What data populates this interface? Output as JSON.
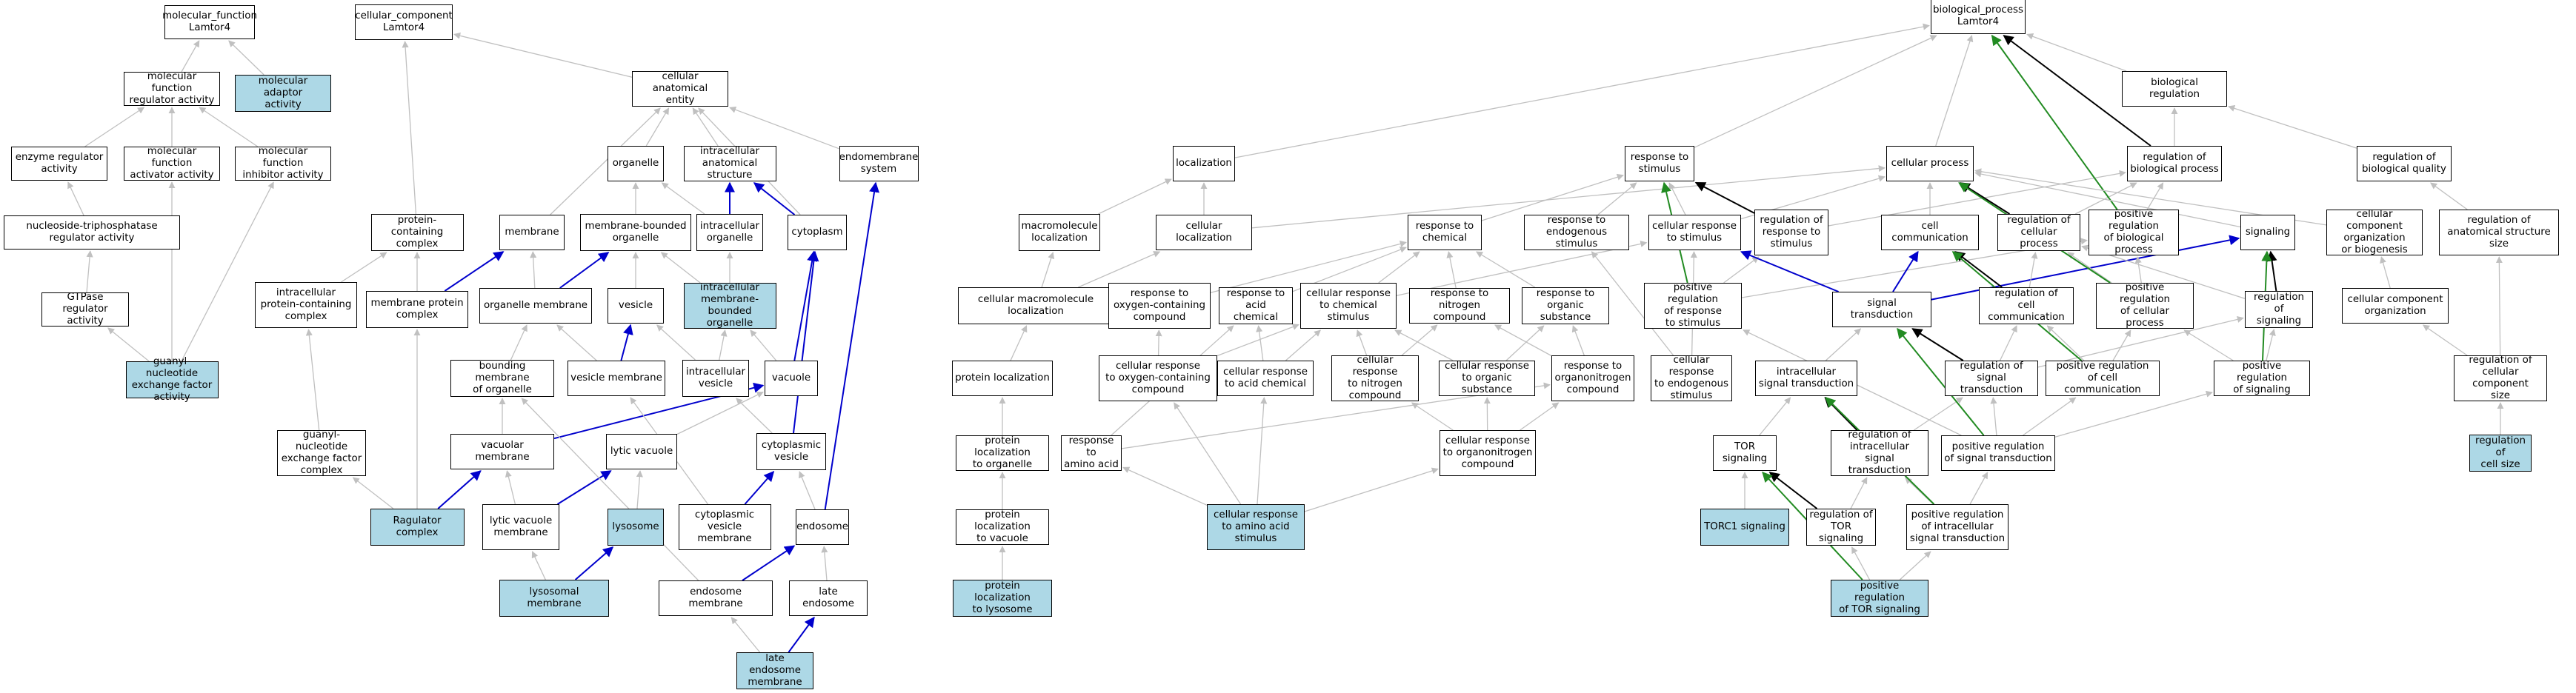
{
  "colors": {
    "gray": "#c0c0c0",
    "blue": "#0000cc",
    "black": "#000000",
    "green": "#228b22",
    "highlight": "#add8e6"
  },
  "nodes": {
    "n1": {
      "label": "molecular_function\nLamtor4"
    },
    "n2": {
      "label": "molecular function\nregulator activity"
    },
    "n3": {
      "label": "molecular adaptor\nactivity",
      "highlight": true
    },
    "n4": {
      "label": "enzyme regulator\nactivity"
    },
    "n5": {
      "label": "molecular function\nactivator activity"
    },
    "n6": {
      "label": "molecular function\ninhibitor activity"
    },
    "n7": {
      "label": "nucleoside-triphosphatase\nregulator activity"
    },
    "n8": {
      "label": "GTPase regulator\nactivity"
    },
    "n9": {
      "label": "guanyl-nucleotide\nexchange factor\nactivity",
      "highlight": true
    },
    "n10": {
      "label": "cellular_component\nLamtor4"
    },
    "n11": {
      "label": "cellular anatomical\nentity"
    },
    "n12": {
      "label": "protein-containing\ncomplex"
    },
    "n13": {
      "label": "intracellular\nprotein-containing\ncomplex"
    },
    "n14": {
      "label": "membrane protein\ncomplex"
    },
    "n15": {
      "label": "guanyl-nucleotide\nexchange factor\ncomplex"
    },
    "n16": {
      "label": "Ragulator complex",
      "highlight": true
    },
    "n17": {
      "label": "membrane"
    },
    "n18": {
      "label": "organelle"
    },
    "n19": {
      "label": "intracellular\nanatomical structure"
    },
    "n20": {
      "label": "endomembrane\nsystem"
    },
    "n21": {
      "label": "membrane-bounded\norganelle"
    },
    "n22": {
      "label": "intracellular\norganelle"
    },
    "n23": {
      "label": "cytoplasm"
    },
    "n24": {
      "label": "organelle membrane"
    },
    "n25": {
      "label": "vesicle"
    },
    "n26": {
      "label": "intracellular\nmembrane-bounded\norganelle",
      "highlight": true
    },
    "n27": {
      "label": "bounding membrane\nof organelle"
    },
    "n28": {
      "label": "vesicle membrane"
    },
    "n29": {
      "label": "intracellular\nvesicle"
    },
    "n30": {
      "label": "vacuole"
    },
    "n31": {
      "label": "vacuolar membrane"
    },
    "n32": {
      "label": "lytic vacuole"
    },
    "n33": {
      "label": "cytoplasmic\nvesicle"
    },
    "n34": {
      "label": "lytic vacuole\nmembrane"
    },
    "n35": {
      "label": "lysosome",
      "highlight": true
    },
    "n36": {
      "label": "cytoplasmic\nvesicle membrane"
    },
    "n37": {
      "label": "endosome"
    },
    "n38": {
      "label": "lysosomal membrane",
      "highlight": true
    },
    "n39": {
      "label": "endosome membrane"
    },
    "n40": {
      "label": "late endosome"
    },
    "n41": {
      "label": "late endosome\nmembrane",
      "highlight": true
    },
    "n42": {
      "label": "biological_process\nLamtor4"
    },
    "n43": {
      "label": "biological regulation"
    },
    "n44": {
      "label": "localization"
    },
    "n45": {
      "label": "response to\nstimulus"
    },
    "n46": {
      "label": "cellular process"
    },
    "n47": {
      "label": "regulation of\nbiological process"
    },
    "n48": {
      "label": "regulation of\nbiological quality"
    },
    "n49": {
      "label": "macromolecule\nlocalization"
    },
    "n50": {
      "label": "cellular localization"
    },
    "n51": {
      "label": "response to\nchemical"
    },
    "n52": {
      "label": "response to\nendogenous stimulus"
    },
    "n53": {
      "label": "cellular response\nto stimulus"
    },
    "n54": {
      "label": "regulation of\nresponse to\nstimulus"
    },
    "n55": {
      "label": "cell communication"
    },
    "n56": {
      "label": "regulation of\ncellular process"
    },
    "n57": {
      "label": "positive regulation\nof biological\nprocess"
    },
    "n58": {
      "label": "signaling"
    },
    "n59": {
      "label": "cellular component\norganization\nor biogenesis"
    },
    "n60": {
      "label": "regulation of\nanatomical structure\nsize"
    },
    "n61": {
      "label": "cellular macromolecule\nlocalization"
    },
    "n62": {
      "label": "response to\noxygen-containing\ncompound"
    },
    "n63": {
      "label": "response to\nacid chemical"
    },
    "n64": {
      "label": "cellular response\nto chemical\nstimulus"
    },
    "n65": {
      "label": "response to\nnitrogen compound"
    },
    "n66": {
      "label": "response to\norganic substance"
    },
    "n67": {
      "label": "positive regulation\nof response\nto stimulus"
    },
    "n68": {
      "label": "signal transduction"
    },
    "n69": {
      "label": "regulation of\ncell communication"
    },
    "n70": {
      "label": "positive regulation\nof cellular\nprocess"
    },
    "n71": {
      "label": "regulation of\nsignaling"
    },
    "n72": {
      "label": "cellular component\norganization"
    },
    "n73": {
      "label": "protein localization"
    },
    "n74": {
      "label": "cellular response\nto oxygen-containing\ncompound"
    },
    "n75": {
      "label": "cellular response\nto acid chemical"
    },
    "n76": {
      "label": "cellular response\nto nitrogen\ncompound"
    },
    "n77": {
      "label": "cellular response\nto organic substance"
    },
    "n78": {
      "label": "response to\norganonitrogen\ncompound"
    },
    "n79": {
      "label": "cellular response\nto endogenous\nstimulus"
    },
    "n80": {
      "label": "intracellular\nsignal transduction"
    },
    "n81": {
      "label": "regulation of\nsignal transduction"
    },
    "n82": {
      "label": "positive regulation\nof cell communication"
    },
    "n83": {
      "label": "positive regulation\nof signaling"
    },
    "n84": {
      "label": "regulation of\ncellular component\nsize"
    },
    "n85": {
      "label": "protein localization\nto organelle"
    },
    "n86": {
      "label": "response to\namino acid"
    },
    "n87": {
      "label": "cellular response\nto organonitrogen\ncompound"
    },
    "n88": {
      "label": "TOR signaling"
    },
    "n89": {
      "label": "regulation of\nintracellular\nsignal transduction"
    },
    "n90": {
      "label": "positive regulation\nof signal transduction"
    },
    "n91": {
      "label": "regulation of\ncell size",
      "highlight": true
    },
    "n92": {
      "label": "protein localization\nto vacuole"
    },
    "n93": {
      "label": "cellular response\nto amino acid\nstimulus",
      "highlight": true
    },
    "n94": {
      "label": "TORC1 signaling",
      "highlight": true
    },
    "n95": {
      "label": "regulation of\nTOR signaling"
    },
    "n96": {
      "label": "positive regulation\nof intracellular\nsignal transduction"
    },
    "n97": {
      "label": "protein localization\nto lysosome",
      "highlight": true
    },
    "n98": {
      "label": "positive regulation\nof TOR signaling",
      "highlight": true
    }
  },
  "edges": [
    [
      "n2",
      "n1",
      "gray"
    ],
    [
      "n3",
      "n1",
      "gray"
    ],
    [
      "n4",
      "n2",
      "gray"
    ],
    [
      "n5",
      "n2",
      "gray"
    ],
    [
      "n6",
      "n2",
      "gray"
    ],
    [
      "n7",
      "n4",
      "gray"
    ],
    [
      "n8",
      "n7",
      "gray"
    ],
    [
      "n9",
      "n8",
      "gray"
    ],
    [
      "n9",
      "n5",
      "gray"
    ],
    [
      "n9",
      "n6",
      "gray"
    ],
    [
      "n11",
      "n10",
      "gray"
    ],
    [
      "n12",
      "n10",
      "gray"
    ],
    [
      "n13",
      "n12",
      "gray"
    ],
    [
      "n14",
      "n12",
      "gray"
    ],
    [
      "n15",
      "n13",
      "gray"
    ],
    [
      "n16",
      "n15",
      "gray"
    ],
    [
      "n16",
      "n14",
      "gray"
    ],
    [
      "n17",
      "n11",
      "gray"
    ],
    [
      "n18",
      "n11",
      "gray"
    ],
    [
      "n19",
      "n11",
      "gray"
    ],
    [
      "n20",
      "n11",
      "gray"
    ],
    [
      "n23",
      "n11",
      "gray"
    ],
    [
      "n14",
      "n17",
      "blue"
    ],
    [
      "n21",
      "n18",
      "gray"
    ],
    [
      "n22",
      "n18",
      "gray"
    ],
    [
      "n22",
      "n19",
      "blue"
    ],
    [
      "n23",
      "n19",
      "blue"
    ],
    [
      "n24",
      "n17",
      "gray"
    ],
    [
      "n24",
      "n21",
      "blue"
    ],
    [
      "n25",
      "n21",
      "gray"
    ],
    [
      "n26",
      "n21",
      "gray"
    ],
    [
      "n26",
      "n22",
      "gray"
    ],
    [
      "n27",
      "n24",
      "gray"
    ],
    [
      "n28",
      "n24",
      "gray"
    ],
    [
      "n28",
      "n25",
      "blue"
    ],
    [
      "n29",
      "n25",
      "gray"
    ],
    [
      "n29",
      "n26",
      "gray"
    ],
    [
      "n30",
      "n26",
      "gray"
    ],
    [
      "n30",
      "n23",
      "blue"
    ],
    [
      "n31",
      "n27",
      "gray"
    ],
    [
      "n31",
      "n30",
      "blue"
    ],
    [
      "n32",
      "n30",
      "gray"
    ],
    [
      "n33",
      "n29",
      "gray"
    ],
    [
      "n33",
      "n23",
      "blue"
    ],
    [
      "n34",
      "n31",
      "gray"
    ],
    [
      "n34",
      "n32",
      "blue"
    ],
    [
      "n35",
      "n32",
      "gray"
    ],
    [
      "n36",
      "n28",
      "gray"
    ],
    [
      "n36",
      "n33",
      "blue"
    ],
    [
      "n37",
      "n33",
      "gray"
    ],
    [
      "n37",
      "n20",
      "blue"
    ],
    [
      "n38",
      "n34",
      "gray"
    ],
    [
      "n38",
      "n35",
      "blue"
    ],
    [
      "n39",
      "n27",
      "gray"
    ],
    [
      "n39",
      "n37",
      "blue"
    ],
    [
      "n40",
      "n37",
      "gray"
    ],
    [
      "n41",
      "n39",
      "gray"
    ],
    [
      "n41",
      "n40",
      "blue"
    ],
    [
      "n16",
      "n31",
      "blue"
    ],
    [
      "n43",
      "n42",
      "gray"
    ],
    [
      "n44",
      "n42",
      "gray"
    ],
    [
      "n45",
      "n42",
      "gray"
    ],
    [
      "n46",
      "n42",
      "gray"
    ],
    [
      "n47",
      "n42",
      "black"
    ],
    [
      "n47",
      "n43",
      "gray"
    ],
    [
      "n48",
      "n43",
      "gray"
    ],
    [
      "n49",
      "n44",
      "gray"
    ],
    [
      "n50",
      "n44",
      "gray"
    ],
    [
      "n50",
      "n46",
      "gray"
    ],
    [
      "n51",
      "n45",
      "gray"
    ],
    [
      "n52",
      "n45",
      "gray"
    ],
    [
      "n53",
      "n45",
      "gray"
    ],
    [
      "n53",
      "n46",
      "gray"
    ],
    [
      "n54",
      "n45",
      "black"
    ],
    [
      "n54",
      "n47",
      "gray"
    ],
    [
      "n55",
      "n46",
      "gray"
    ],
    [
      "n56",
      "n46",
      "black"
    ],
    [
      "n56",
      "n47",
      "gray"
    ],
    [
      "n57",
      "n47",
      "gray"
    ],
    [
      "n57",
      "n42",
      "green"
    ],
    [
      "n58",
      "n46",
      "gray"
    ],
    [
      "n59",
      "n46",
      "gray"
    ],
    [
      "n60",
      "n48",
      "gray"
    ],
    [
      "n61",
      "n49",
      "gray"
    ],
    [
      "n61",
      "n50",
      "gray"
    ],
    [
      "n62",
      "n51",
      "gray"
    ],
    [
      "n63",
      "n51",
      "gray"
    ],
    [
      "n64",
      "n51",
      "gray"
    ],
    [
      "n64",
      "n53",
      "gray"
    ],
    [
      "n65",
      "n51",
      "gray"
    ],
    [
      "n66",
      "n51",
      "gray"
    ],
    [
      "n67",
      "n54",
      "gray"
    ],
    [
      "n67",
      "n57",
      "gray"
    ],
    [
      "n67",
      "n45",
      "green"
    ],
    [
      "n68",
      "n53",
      "blue"
    ],
    [
      "n68",
      "n55",
      "blue"
    ],
    [
      "n68",
      "n58",
      "blue"
    ],
    [
      "n69",
      "n55",
      "black"
    ],
    [
      "n69",
      "n56",
      "gray"
    ],
    [
      "n70",
      "n56",
      "gray"
    ],
    [
      "n70",
      "n57",
      "gray"
    ],
    [
      "n70",
      "n46",
      "green"
    ],
    [
      "n71",
      "n58",
      "black"
    ],
    [
      "n71",
      "n56",
      "gray"
    ],
    [
      "n72",
      "n59",
      "gray"
    ],
    [
      "n73",
      "n61",
      "gray"
    ],
    [
      "n74",
      "n62",
      "gray"
    ],
    [
      "n74",
      "n64",
      "gray"
    ],
    [
      "n75",
      "n63",
      "gray"
    ],
    [
      "n75",
      "n64",
      "gray"
    ],
    [
      "n76",
      "n65",
      "gray"
    ],
    [
      "n76",
      "n64",
      "gray"
    ],
    [
      "n77",
      "n66",
      "gray"
    ],
    [
      "n77",
      "n64",
      "gray"
    ],
    [
      "n78",
      "n65",
      "gray"
    ],
    [
      "n78",
      "n66",
      "gray"
    ],
    [
      "n79",
      "n52",
      "gray"
    ],
    [
      "n79",
      "n53",
      "gray"
    ],
    [
      "n80",
      "n68",
      "gray"
    ],
    [
      "n81",
      "n68",
      "black"
    ],
    [
      "n81",
      "n69",
      "gray"
    ],
    [
      "n81",
      "n71",
      "gray"
    ],
    [
      "n82",
      "n69",
      "gray"
    ],
    [
      "n82",
      "n70",
      "gray"
    ],
    [
      "n82",
      "n55",
      "green"
    ],
    [
      "n83",
      "n71",
      "gray"
    ],
    [
      "n83",
      "n70",
      "gray"
    ],
    [
      "n83",
      "n58",
      "green"
    ],
    [
      "n84",
      "n60",
      "gray"
    ],
    [
      "n84",
      "n72",
      "gray"
    ],
    [
      "n85",
      "n73",
      "gray"
    ],
    [
      "n86",
      "n63",
      "gray"
    ],
    [
      "n86",
      "n78",
      "gray"
    ],
    [
      "n87",
      "n76",
      "gray"
    ],
    [
      "n87",
      "n77",
      "gray"
    ],
    [
      "n87",
      "n78",
      "gray"
    ],
    [
      "n88",
      "n80",
      "gray"
    ],
    [
      "n89",
      "n80",
      "black"
    ],
    [
      "n89",
      "n81",
      "gray"
    ],
    [
      "n90",
      "n81",
      "gray"
    ],
    [
      "n90",
      "n82",
      "gray"
    ],
    [
      "n90",
      "n83",
      "gray"
    ],
    [
      "n90",
      "n67",
      "gray"
    ],
    [
      "n90",
      "n68",
      "green"
    ],
    [
      "n91",
      "n84",
      "gray"
    ],
    [
      "n92",
      "n85",
      "gray"
    ],
    [
      "n93",
      "n74",
      "gray"
    ],
    [
      "n93",
      "n75",
      "gray"
    ],
    [
      "n93",
      "n86",
      "gray"
    ],
    [
      "n93",
      "n87",
      "gray"
    ],
    [
      "n94",
      "n88",
      "gray"
    ],
    [
      "n95",
      "n88",
      "black"
    ],
    [
      "n95",
      "n89",
      "gray"
    ],
    [
      "n96",
      "n89",
      "gray"
    ],
    [
      "n96",
      "n90",
      "gray"
    ],
    [
      "n96",
      "n80",
      "green"
    ],
    [
      "n97",
      "n92",
      "gray"
    ],
    [
      "n98",
      "n95",
      "gray"
    ],
    [
      "n98",
      "n96",
      "gray"
    ],
    [
      "n98",
      "n88",
      "green"
    ]
  ]
}
